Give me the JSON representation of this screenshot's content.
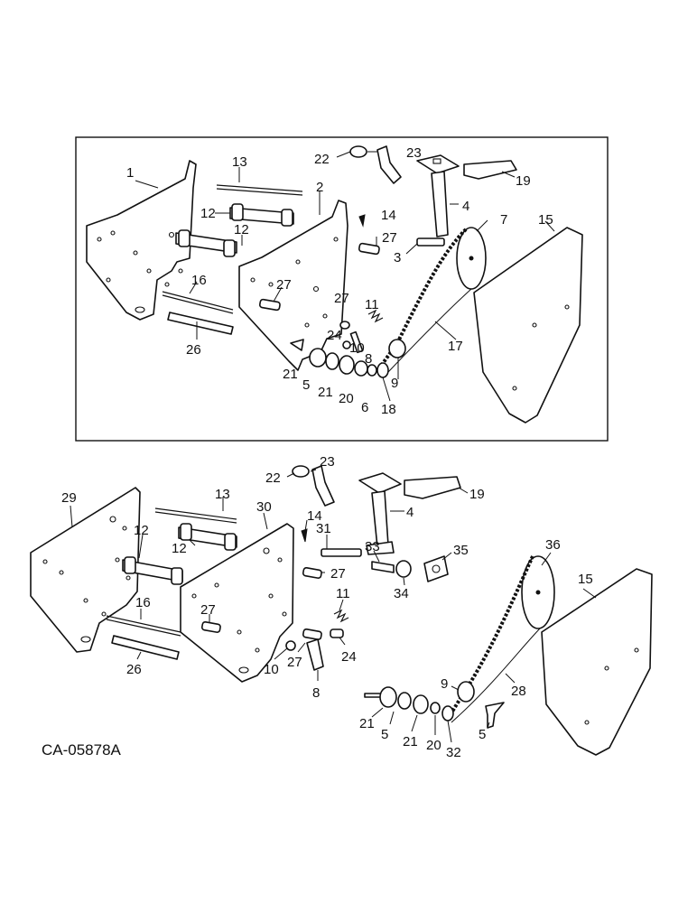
{
  "drawing_code": "CA-05878A",
  "top_view": {
    "callouts": [
      "1",
      "13",
      "2",
      "12",
      "12",
      "22",
      "23",
      "19",
      "4",
      "14",
      "27",
      "7",
      "15",
      "3",
      "16",
      "27",
      "27",
      "11",
      "26",
      "24",
      "8",
      "10",
      "17",
      "21",
      "5",
      "21",
      "20",
      "6",
      "18",
      "9"
    ]
  },
  "bottom_view": {
    "callouts": [
      "22",
      "23",
      "19",
      "29",
      "13",
      "30",
      "4",
      "14",
      "31",
      "33",
      "35",
      "36",
      "12",
      "12",
      "27",
      "34",
      "11",
      "15",
      "16",
      "27",
      "27",
      "24",
      "26",
      "10",
      "8",
      "9",
      "28",
      "21",
      "5",
      "21",
      "20",
      "32",
      "5"
    ]
  }
}
